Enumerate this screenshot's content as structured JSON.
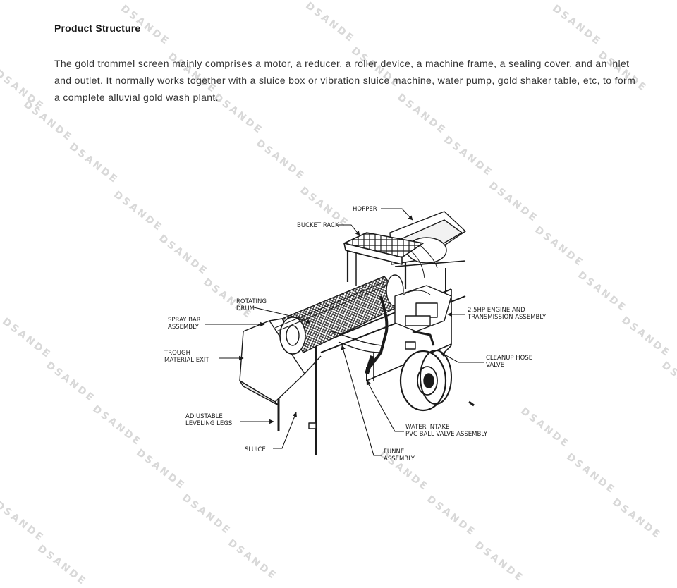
{
  "heading": "Product Structure",
  "description": "The gold trommel screen mainly comprises a motor, a reducer, a roller device, a machine frame, a sealing cover, and an inlet and outlet. It normally works together with a sluice box or vibration sluice machine, water pump, gold shaker table, etc, to form a complete alluvial gold wash plant.",
  "watermark": "DSANDE",
  "diagram": {
    "labels": {
      "hopper": "HOPPER",
      "bucket_rack": "BUCKET RACK",
      "rotating_1": "ROTATING",
      "rotating_2": "DRUM",
      "spray_1": "SPRAY BAR",
      "spray_2": "ASSEMBLY",
      "trough_1": "TROUGH",
      "trough_2": "MATERIAL EXIT",
      "engine_1": "2.5HP ENGINE AND",
      "engine_2": "TRANSMISSION ASSEMBLY",
      "cleanup_1": "CLEANUP HOSE",
      "cleanup_2": "VALVE",
      "legs_1": "ADJUSTABLE",
      "legs_2": "LEVELING LEGS",
      "water_1": "WATER INTAKE",
      "water_2": "PVC BALL VALVE ASSEMBLY",
      "sluice": "SLUICE",
      "funnel_1": "FUNNEL",
      "funnel_2": "ASSEMBLY"
    }
  }
}
